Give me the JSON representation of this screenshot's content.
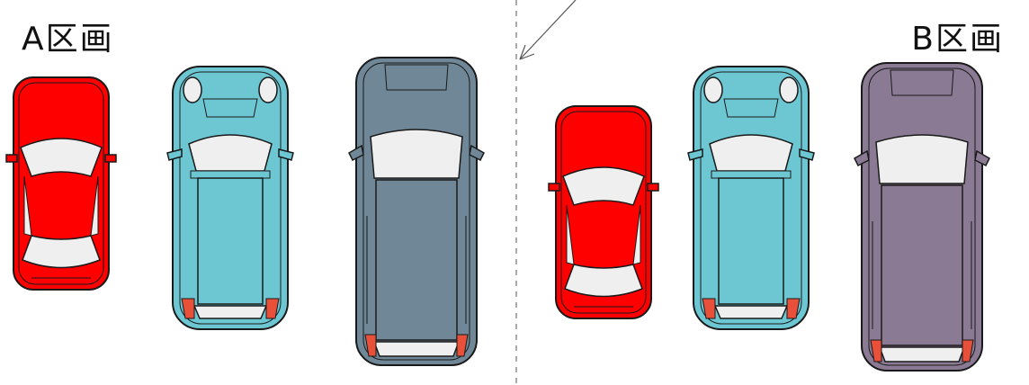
{
  "zones": {
    "a_label": "A区画",
    "b_label": "B区画"
  },
  "colors": {
    "red_car": "#ff0000",
    "teal_car": "#6dc7d3",
    "slate_car": "#6f8797",
    "purple_car": "#8a7a93",
    "glass": "#efefef",
    "tail_light": "#e8503a",
    "outline": "#1a1a1a"
  },
  "cars": [
    {
      "zone": "A",
      "type": "sedan",
      "color": "red"
    },
    {
      "zone": "A",
      "type": "hatchback",
      "color": "teal"
    },
    {
      "zone": "A",
      "type": "minivan",
      "color": "slate"
    },
    {
      "zone": "B",
      "type": "sedan",
      "color": "red"
    },
    {
      "zone": "B",
      "type": "hatchback",
      "color": "teal"
    },
    {
      "zone": "B",
      "type": "minivan",
      "color": "purple"
    }
  ]
}
